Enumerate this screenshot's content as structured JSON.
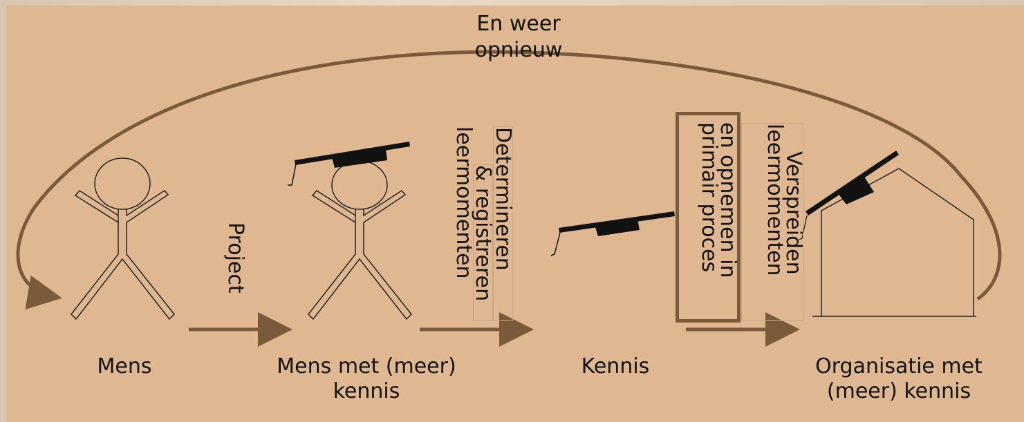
{
  "loop_label": {
    "line1": "En weer",
    "line2": "opnieuw"
  },
  "stages": {
    "mens": "Mens",
    "mens_meer_kennis_l1": "Mens met (meer)",
    "mens_meer_kennis_l2": "kennis",
    "kennis": "Kennis",
    "organisatie_l1": "Organisatie met",
    "organisatie_l2": "(meer) kennis"
  },
  "steps": {
    "project": "Project",
    "determineren_l1": "Determineren",
    "determineren_l2": "& registreren",
    "determineren_l3": "leermomenten",
    "opnemen_l1": "en opnemen in",
    "opnemen_l2": "primair proces",
    "verspreiden_l1": "Verspreiden",
    "verspreiden_l2": "leermomenten"
  },
  "colors": {
    "arrow": "#7a5a3a",
    "background": "#dfb891",
    "ink": "#111111"
  },
  "icons": [
    "stick-figure-icon",
    "stick-figure-with-cap-icon",
    "graduation-cap-icon",
    "house-icon"
  ]
}
